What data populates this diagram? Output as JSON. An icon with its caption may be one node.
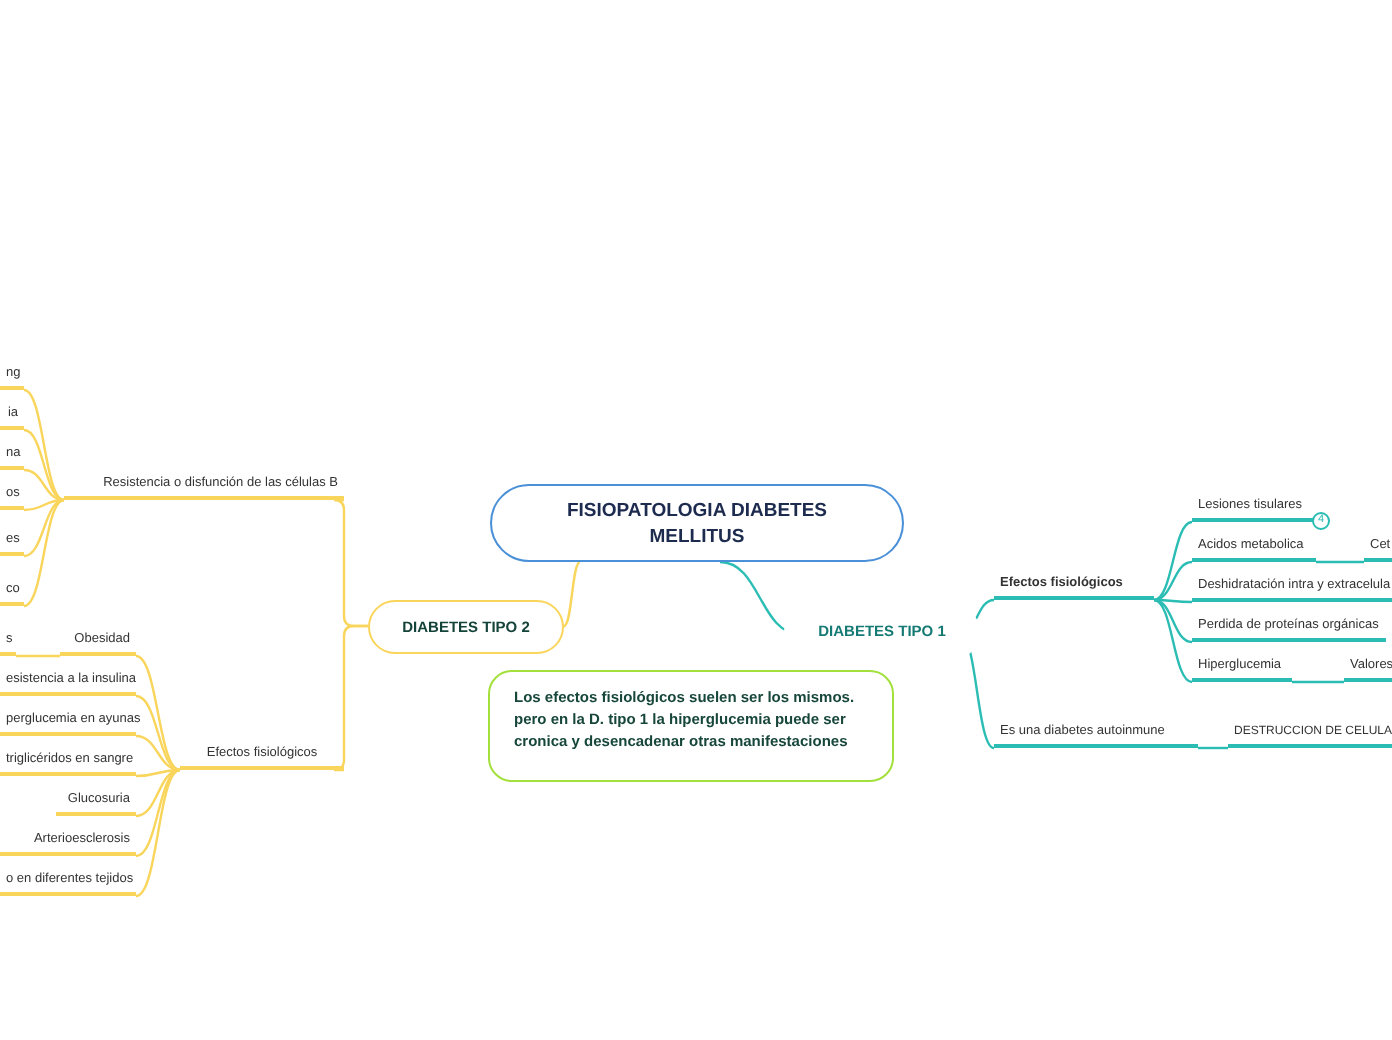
{
  "diagram": {
    "nodes": [
      {
        "text": [
          "FISIOPATOLOGIA DIABETES MELLITUS"
        ]
      },
      {
        "text": [
          "DIABETES TIPO 2"
        ]
      },
      {
        "text": [
          "DIABETES TIPO 1"
        ]
      },
      {
        "text": [
          "Resistencia o disfunción de las células B"
        ]
      },
      {
        "text": [
          "ng"
        ]
      },
      {
        "text": [
          "ia"
        ]
      },
      {
        "text": [
          "na"
        ]
      },
      {
        "text": [
          "os"
        ]
      },
      {
        "text": [
          "es"
        ]
      },
      {
        "text": [
          "co"
        ]
      },
      {
        "text": [
          "Efectos fisiológicos"
        ]
      },
      {
        "text": [
          "Obesidad"
        ]
      },
      {
        "text": [
          "s"
        ]
      },
      {
        "text": [
          "esistencia a la insulina"
        ]
      },
      {
        "text": [
          "perglucemia en ayunas"
        ]
      },
      {
        "text": [
          "triglicéridos en sangre"
        ]
      },
      {
        "text": [
          "Glucosuria"
        ]
      },
      {
        "text": [
          "Arterioesclerosis"
        ]
      },
      {
        "text": [
          "o en diferentes tejidos"
        ]
      },
      {
        "text": [
          "Efectos fisiológicos"
        ]
      },
      {
        "text": [
          "Lesiones tisulares"
        ]
      },
      {
        "text": [
          "Acidos metabolica"
        ]
      },
      {
        "text": [
          "Cet"
        ]
      },
      {
        "text": [
          "Deshidratación intra y extracelula"
        ]
      },
      {
        "text": [
          "Perdida de proteínas orgánicas"
        ]
      },
      {
        "text": [
          "Hiperglucemia"
        ]
      },
      {
        "text": [
          "Valores"
        ]
      },
      {
        "text": [
          "Es una diabetes autoinmune"
        ]
      },
      {
        "text": [
          "DESTRUCCION DE CELULA"
        ]
      },
      {
        "text": [
          "Los efectos fisiológicos suelen ser los mismos. pero en la D. tipo 1 la hiperglucemia puede ser cronica y desencadenar otras manifestaciones"
        ]
      }
    ],
    "edges": [
      {
        "from": 0,
        "to": 1,
        "arrow": "none"
      },
      {
        "from": 0,
        "to": 2,
        "arrow": "none",
        "color": "#2bbdb4"
      },
      {
        "from": 1,
        "to": 3,
        "arrow": "none"
      },
      {
        "from": 1,
        "to": 10,
        "arrow": "none"
      },
      {
        "from": 3,
        "to": 4,
        "arrow": "none"
      },
      {
        "from": 3,
        "to": 5,
        "arrow": "none"
      },
      {
        "from": 3,
        "to": 6,
        "arrow": "none"
      },
      {
        "from": 3,
        "to": 7,
        "arrow": "none"
      },
      {
        "from": 3,
        "to": 8,
        "arrow": "none"
      },
      {
        "from": 3,
        "to": 9,
        "arrow": "none"
      },
      {
        "from": 10,
        "to": 11,
        "arrow": "none"
      },
      {
        "from": 11,
        "to": 12,
        "arrow": "none"
      },
      {
        "from": 10,
        "to": 13,
        "arrow": "none"
      },
      {
        "from": 10,
        "to": 14,
        "arrow": "none"
      },
      {
        "from": 10,
        "to": 15,
        "arrow": "none"
      },
      {
        "from": 10,
        "to": 16,
        "arrow": "none"
      },
      {
        "from": 10,
        "to": 17,
        "arrow": "none"
      },
      {
        "from": 10,
        "to": 18,
        "arrow": "none"
      },
      {
        "from": 2,
        "to": 19,
        "arrow": "none",
        "color": "#2bbdb4"
      },
      {
        "from": 2,
        "to": 27,
        "arrow": "none",
        "color": "#2bbdb4"
      },
      {
        "from": 19,
        "to": 20,
        "arrow": "none",
        "color": "#2bbdb4"
      },
      {
        "from": 19,
        "to": 21,
        "arrow": "none",
        "color": "#2bbdb4"
      },
      {
        "from": 21,
        "to": 22,
        "arrow": "none",
        "color": "#2bbdb4"
      },
      {
        "from": 19,
        "to": 23,
        "arrow": "none",
        "color": "#2bbdb4"
      },
      {
        "from": 19,
        "to": 24,
        "arrow": "none",
        "color": "#2bbdb4"
      },
      {
        "from": 19,
        "to": 25,
        "arrow": "none",
        "color": "#2bbdb4"
      },
      {
        "from": 25,
        "to": 26,
        "arrow": "none",
        "color": "#2bbdb4"
      },
      {
        "from": 27,
        "to": 28,
        "arrow": "none",
        "color": "#2bbdb4"
      }
    ],
    "labels": [
      "4"
    ]
  }
}
